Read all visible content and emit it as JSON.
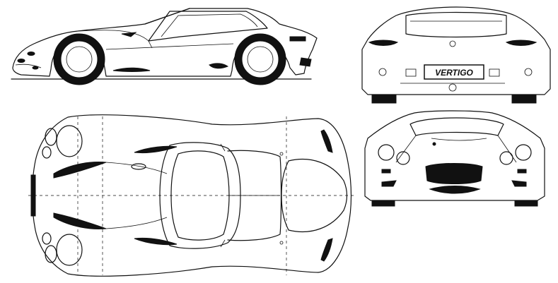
{
  "drawing": {
    "views": [
      "side",
      "rear",
      "top",
      "front"
    ],
    "plate_text": "VERTIGO"
  }
}
